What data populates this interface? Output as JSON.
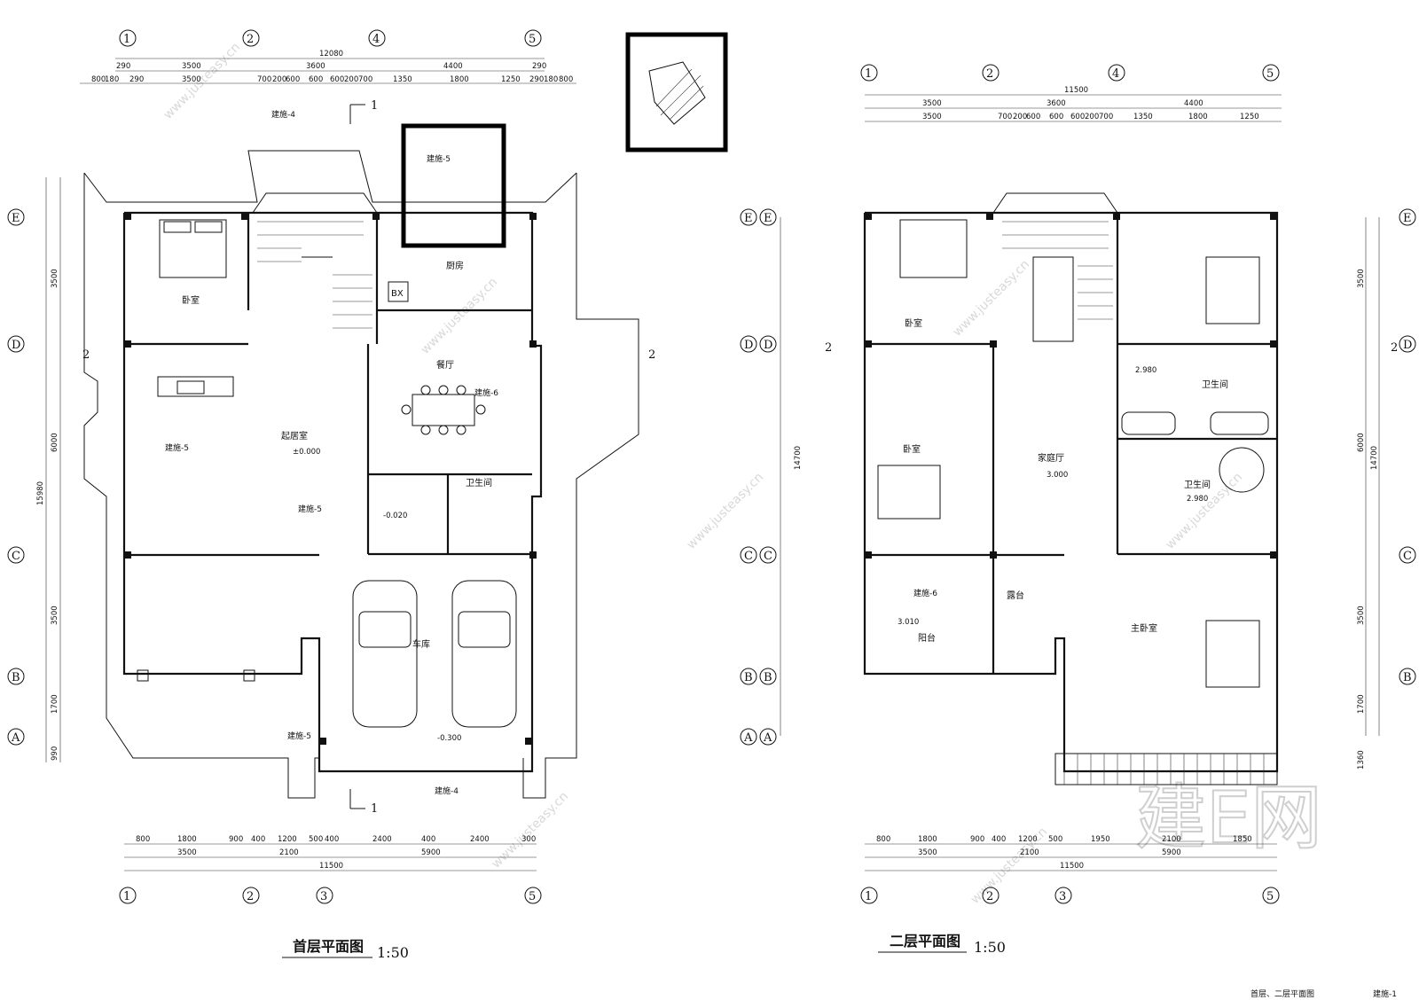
{
  "titles": {
    "first_floor": "首层平面图",
    "second_floor": "二层平面图",
    "scale": "1:50",
    "sheet_name": "首层、二层平面图",
    "sheet_no": "建施-1"
  },
  "axes": {
    "vertical": [
      "1",
      "2",
      "3",
      "4",
      "5"
    ],
    "horizontal": [
      "A",
      "B",
      "C",
      "D",
      "E"
    ]
  },
  "rooms_first": {
    "bedroom": "卧室",
    "kitchen": "厨房",
    "dining": "餐厅",
    "living": "起居室",
    "living_level": "±0.000",
    "bath": "卫生间",
    "bath_level": "-0.020",
    "garage": "车库",
    "garage_level": "-0.300",
    "bx": "BX"
  },
  "rooms_second": {
    "bedroom1": "卧室",
    "bedroom2": "卧室",
    "family": "家庭厅",
    "family_level": "3.000",
    "bath1": "卫生间",
    "bath2": "卫生间",
    "bath_level1": "2.980",
    "bath_level2": "2.980",
    "terrace": "露台",
    "balcony": "阳台",
    "balcony_level": "3.010",
    "master": "主卧室"
  },
  "notes": {
    "j4": "建施-4",
    "j5": "建施-5",
    "j6": "建施-6",
    "section1": "1",
    "section2": "2"
  },
  "dims_top_first": {
    "total": "12080",
    "row1": [
      "290",
      "3500",
      "3600",
      "4400",
      "290"
    ],
    "row2": [
      "800",
      "180",
      "290",
      "3500",
      "700",
      "200",
      "600",
      "600",
      "600",
      "200",
      "700",
      "1350",
      "1800",
      "1250",
      "290",
      "180",
      "800"
    ]
  },
  "dims_top_second": {
    "total": "11500",
    "row1": [
      "3500",
      "3600",
      "4400"
    ],
    "row2": [
      "3500",
      "700",
      "200",
      "600",
      "600",
      "600",
      "200",
      "700",
      "1350",
      "1800",
      "1250"
    ]
  },
  "dims_bottom_first": {
    "row1": [
      "800",
      "1800",
      "900",
      "400",
      "1200",
      "500",
      "400",
      "2400",
      "400",
      "2400",
      "300"
    ],
    "row2": [
      "3500",
      "2100",
      "5900"
    ],
    "total": "11500"
  },
  "dims_bottom_second": {
    "row1": [
      "800",
      "1800",
      "900",
      "400",
      "1200",
      "500",
      "1950",
      "2100",
      "1850"
    ],
    "row2": [
      "3500",
      "2100",
      "5900"
    ],
    "total": "11500"
  },
  "dims_left_first": {
    "total": "15980",
    "row1": [
      "3500",
      "6000",
      "3500",
      "1700",
      "990"
    ]
  },
  "dims_side_second": {
    "total": "14700",
    "row1": [
      "3500",
      "6000",
      "3500",
      "1700",
      "1360"
    ]
  },
  "watermark": {
    "site": "www.justeasy.cn",
    "brand": "建E网"
  }
}
